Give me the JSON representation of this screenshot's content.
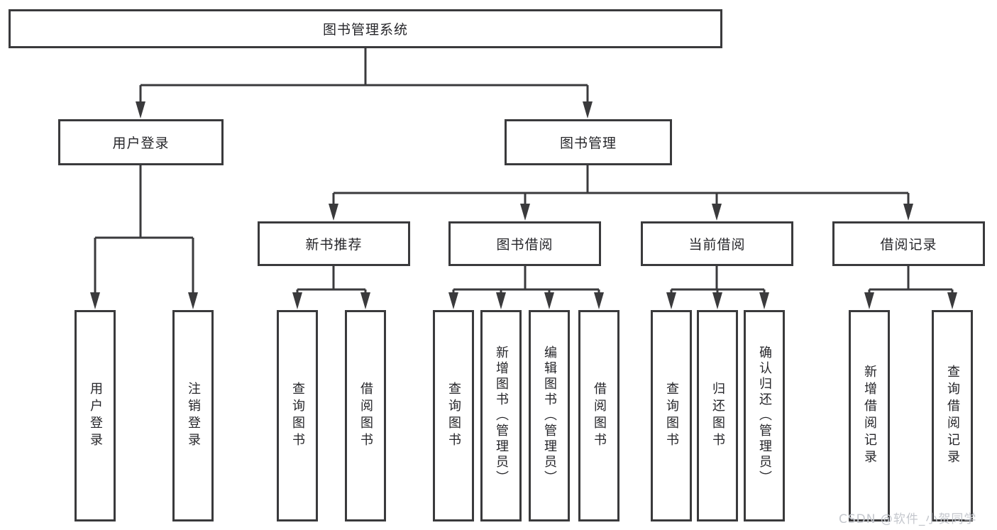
{
  "tree": {
    "root": {
      "label": "图书管理系统"
    },
    "level2": [
      {
        "label": "用户登录"
      },
      {
        "label": "图书管理"
      }
    ],
    "level3": [
      {
        "label": "新书推荐",
        "parent": "图书管理"
      },
      {
        "label": "图书借阅",
        "parent": "图书管理"
      },
      {
        "label": "当前借阅",
        "parent": "图书管理"
      },
      {
        "label": "借阅记录",
        "parent": "图书管理"
      }
    ],
    "leaves": [
      {
        "label": "用户登录",
        "parent": "用户登录"
      },
      {
        "label": "注销登录",
        "parent": "用户登录"
      },
      {
        "label": "查询图书",
        "parent": "新书推荐"
      },
      {
        "label": "借阅图书",
        "parent": "新书推荐"
      },
      {
        "label": "查询图书",
        "parent": "图书借阅"
      },
      {
        "label": "新增图书（管理员）",
        "parent": "图书借阅"
      },
      {
        "label": "编辑图书（管理员）",
        "parent": "图书借阅"
      },
      {
        "label": "借阅图书",
        "parent": "图书借阅"
      },
      {
        "label": "查询图书",
        "parent": "当前借阅"
      },
      {
        "label": "归还图书",
        "parent": "当前借阅"
      },
      {
        "label": "确认归还（管理员）",
        "parent": "当前借阅"
      },
      {
        "label": "新增借阅记录",
        "parent": "借阅记录"
      },
      {
        "label": "查询借阅记录",
        "parent": "借阅记录"
      }
    ]
  },
  "watermark": {
    "text": "CSDN @软件_小贺同学"
  },
  "colors": {
    "line": "#3a3a3c",
    "box_border": "#3a3a3c",
    "text": "#26262a",
    "watermark": "#c4c7cd",
    "background": "#ffffff"
  }
}
